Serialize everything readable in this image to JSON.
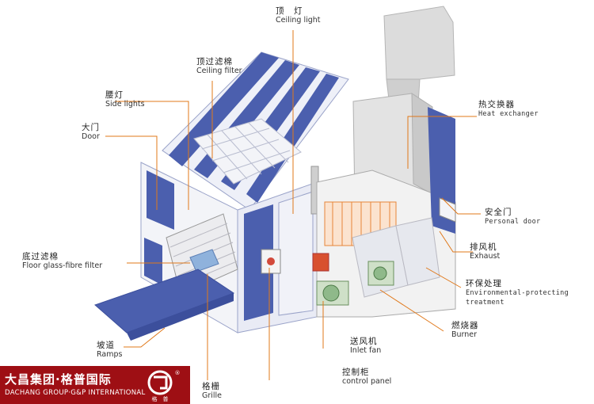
{
  "labels": {
    "ceiling_light": {
      "zh": "顶　灯",
      "en": "Ceiling light"
    },
    "ceiling_filter": {
      "zh": "顶过滤棉",
      "en": "Ceiling filter"
    },
    "side_lights": {
      "zh": "腰灯",
      "en": "Side lights"
    },
    "door": {
      "zh": "大门",
      "en": "Door"
    },
    "floor_filter": {
      "zh": "底过滤棉",
      "en": "Floor glass-fibre filter"
    },
    "ramps": {
      "zh": "坡道",
      "en": "Ramps"
    },
    "grille": {
      "zh": "格栅",
      "en": "Grille"
    },
    "control_panel": {
      "zh": "控制柜",
      "en": "control panel"
    },
    "inlet_fan": {
      "zh": "送风机",
      "en": "Inlet fan"
    },
    "burner": {
      "zh": "燃烧器",
      "en": "Burner"
    },
    "env_treatment": {
      "zh": "环保处理",
      "en": "Environmental-protecting",
      "en2": "treatment"
    },
    "exhaust": {
      "zh": "排风机",
      "en": "Exhaust"
    },
    "personal_door": {
      "zh": "安全门",
      "en": "Personal door"
    },
    "heat_exchanger": {
      "zh": "热交换器",
      "en": "Heat exchanger"
    }
  },
  "brand": {
    "name_zh": "大昌集团·格普国际",
    "name_en": "DACHANG GROUP·G&P INTERNATIONAL",
    "logo_text": "格　普",
    "registered": "®"
  },
  "colors": {
    "panel_blue": "#4b5fae",
    "panel_light": "#eef0f8",
    "leader_orange": "#e0781a",
    "brand_red": "#9e0f14"
  }
}
